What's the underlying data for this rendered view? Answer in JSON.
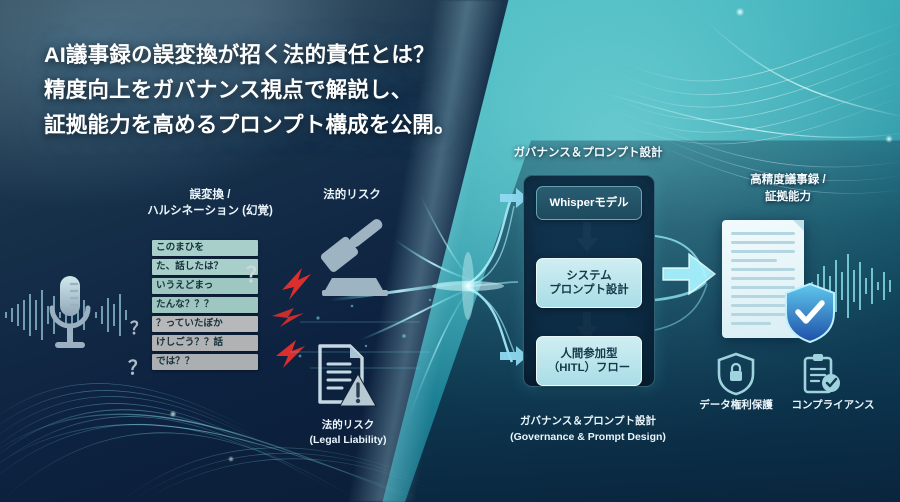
{
  "title": {
    "line1": "AI議事録の誤変換が招く法的責任とは？",
    "line2": "精度向上をガバナンス視点で解説し、",
    "line3": "証拠能力を高めるプロンプト構成を公開。"
  },
  "left": {
    "mic_icon": "microphone-icon",
    "waveform_icon": "audio-waveform-icon",
    "hallucination_label_line1": "誤変換 /",
    "hallucination_label_line2": "ハルシネーション (幻覚)",
    "garbled_lines": [
      "このまひを",
      "た、話したは？",
      "いうえどまっ",
      "たんな？？？",
      "？っていたぼか",
      "けしごう？？話",
      "では？？"
    ],
    "question_marks": [
      "？",
      "？",
      "？"
    ],
    "legal_risk_top_label": "法的リスク",
    "gavel_icon": "gavel-icon",
    "document_warning_icon": "document-warning-icon",
    "legal_risk_label_ja": "法的リスク",
    "legal_risk_label_en": "(Legal Liability)",
    "lightning_icon": "lightning-bolt-icon"
  },
  "center": {
    "heading": "ガバナンス＆プロンプト設計",
    "boxes": [
      {
        "label": "Whisperモデル"
      },
      {
        "label_line1": "システム",
        "label_line2": "プロンプト設計"
      },
      {
        "label_line1": "人間参加型",
        "label_line2": "（HITL）フロー"
      }
    ],
    "caption_ja": "ガバナンス＆プロンプト設計",
    "caption_en": "(Governance & Prompt Design)",
    "arrow_icon": "down-arrow-icon",
    "inflow_arrow_icon": "right-arrow-icon"
  },
  "right": {
    "heading_line1": "高精度議事録 /",
    "heading_line2": "証拠能力",
    "document_icon": "document-icon",
    "shield_check_icon": "shield-check-icon",
    "waveform_icon": "audio-waveform-icon",
    "arrow_icon": "right-arrow-icon",
    "features": [
      {
        "icon": "shield-lock-icon",
        "label": "データ権利保護"
      },
      {
        "icon": "clipboard-check-icon",
        "label": "コンプライアンス"
      }
    ]
  },
  "colors": {
    "bg_left": "#0d2240",
    "bg_right": "#36a9b4",
    "accent_cyan": "#7fe6ef",
    "risk_red": "#e8302c",
    "box_light": "#bfe8ee",
    "box_dark": "#24536a",
    "text_light": "#ffffff"
  }
}
